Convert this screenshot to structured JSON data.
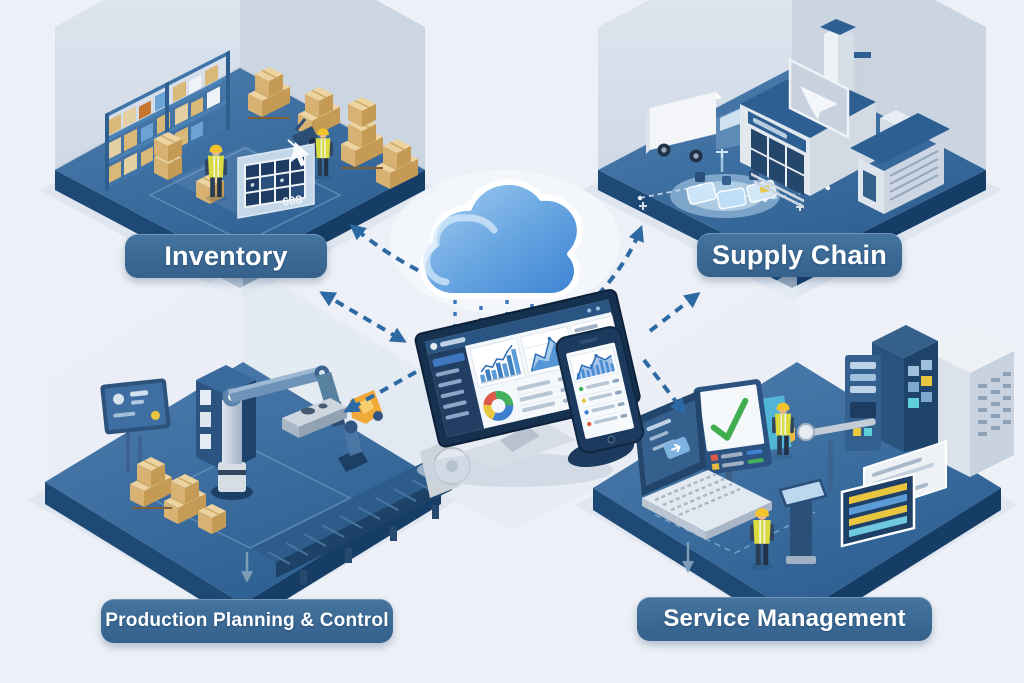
{
  "labels": {
    "inventory": "Inventory",
    "supply_chain": "Supply Chain",
    "production": "Production Planning & Control",
    "service": "Service Management"
  },
  "inventory_sign": {
    "value": "608"
  },
  "icons": {
    "cloud-icon": "cloud shape",
    "dashboard-monitor-icon": "desktop screen with bar, area and donut charts",
    "smartphone-icon": "mobile screen with area chart and list",
    "cursor-icon": "arrow pointer on inventory grid sign",
    "check-icon": "green checkmark on service monitor",
    "arrow-icon": "dashed connector arrows"
  },
  "colors": {
    "background": "#edf0f6",
    "platform_top": "#3f6f9f",
    "platform_side": "#1d4974",
    "wall": "#d9e1ec",
    "label_pill": "#3b6b96",
    "label_text": "#ffffff",
    "arrow": "#2d6aa3",
    "cloud_light": "#a6cef2",
    "cloud_dark": "#3c82d3",
    "crate": "#d8b272",
    "vest_yellow": "#d9db3e",
    "helmet_yellow": "#f2c42c",
    "check_green": "#3fae4e",
    "donut_segments": [
      "#45b05c",
      "#3f7fd0",
      "#e8c63f",
      "#dd5a4a"
    ]
  }
}
